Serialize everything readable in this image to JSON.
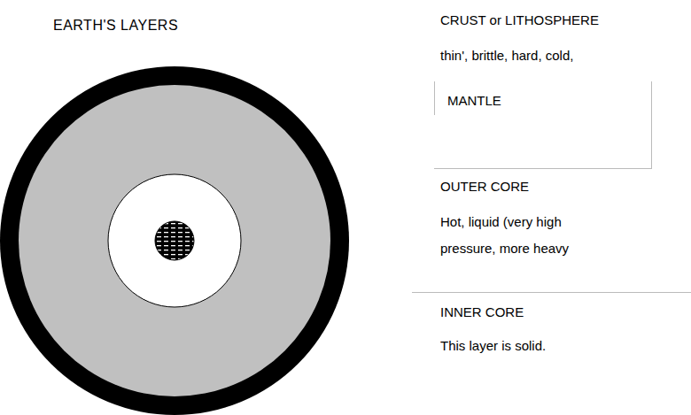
{
  "diagram": {
    "title": "EARTH'S LAYERS",
    "nodes": [
      {
        "text": [
          "CRUST or LITHOSPHERE",
          "thin', brittle, hard, cold,"
        ]
      },
      {
        "text": [
          "MANTLE"
        ]
      },
      {
        "text": [
          "OUTER CORE",
          "Hot, liquid (very high pressure, more heavy"
        ]
      },
      {
        "text": [
          "INNER CORE",
          "This layer is solid."
        ]
      }
    ]
  }
}
